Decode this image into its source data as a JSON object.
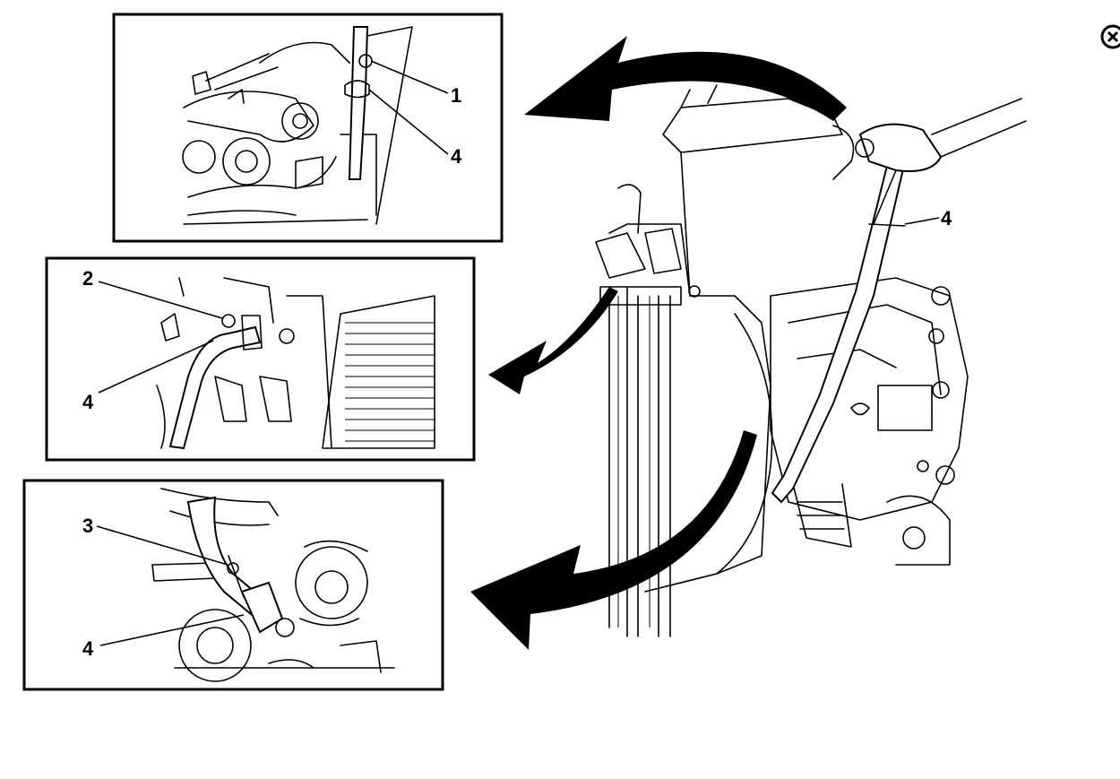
{
  "callouts": {
    "inset_top": [
      "1",
      "4"
    ],
    "inset_middle": [
      "2",
      "4"
    ],
    "inset_bottom": [
      "3",
      "4"
    ],
    "main": [
      "4"
    ]
  },
  "icons": {
    "corner": "close-circle-icon"
  },
  "colors": {
    "ink": "#000000",
    "paper": "#ffffff"
  }
}
